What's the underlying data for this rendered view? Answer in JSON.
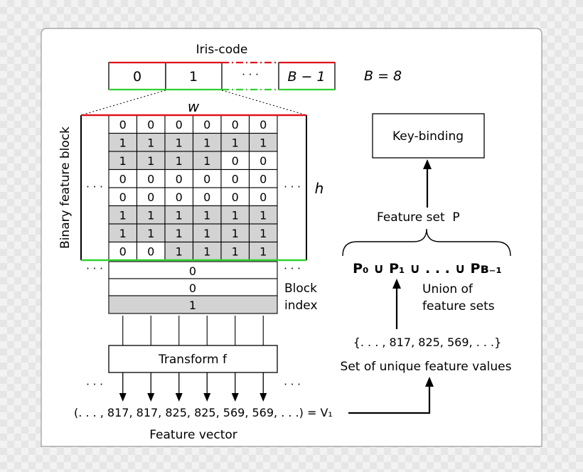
{
  "iris_code": {
    "title": "Iris-code",
    "cells": [
      "0",
      "1",
      "· · ·",
      "B − 1"
    ],
    "b_eq": "B = 8"
  },
  "block": {
    "width_symbol": "w",
    "height_symbol": "h",
    "side_label": "Binary feature block",
    "ellipsis": "· · ·",
    "rows": [
      [
        "0",
        "0",
        "0",
        "0",
        "0",
        "0"
      ],
      [
        "1",
        "1",
        "1",
        "1",
        "1",
        "1"
      ],
      [
        "1",
        "1",
        "1",
        "1",
        "0",
        "0"
      ],
      [
        "0",
        "0",
        "0",
        "0",
        "0",
        "0"
      ],
      [
        "0",
        "0",
        "0",
        "0",
        "0",
        "0"
      ],
      [
        "1",
        "1",
        "1",
        "1",
        "1",
        "1"
      ],
      [
        "1",
        "1",
        "1",
        "1",
        "1",
        "1"
      ],
      [
        "0",
        "0",
        "1",
        "1",
        "1",
        "1"
      ]
    ]
  },
  "block_index": {
    "values": [
      "0",
      "0",
      "1"
    ],
    "label_line1": "Block",
    "label_line2": "index"
  },
  "transform": {
    "label": "Transform f"
  },
  "feature_vector": {
    "expression": "(. . . , 817, 817, 825, 825, 569, 569, . . .) = V₁",
    "label": "Feature vector"
  },
  "unique_values": {
    "expression": "{. . . , 817, 825, 569, . . .}",
    "label": "Set of unique feature values"
  },
  "union": {
    "expression": "P₀ ∪ P₁ ∪ . . . ∪ Pʙ₋₁",
    "label_line1": "Union of",
    "label_line2": "feature sets"
  },
  "feature_set": {
    "label": "Feature set  P"
  },
  "key_binding": {
    "label": "Key-binding"
  }
}
